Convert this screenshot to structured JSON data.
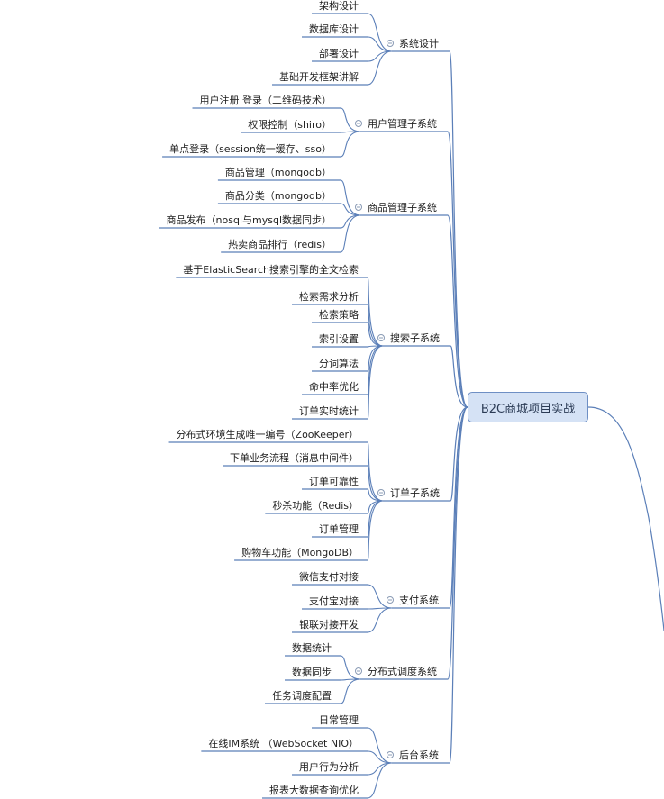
{
  "root": {
    "label": "B2C商城项目实战"
  },
  "branches": [
    {
      "label": "系统设计",
      "children": [
        "架构设计",
        "数据库设计",
        "部署设计",
        "基础开发框架讲解"
      ]
    },
    {
      "label": "用户管理子系统",
      "children": [
        "用户注册 登录（二维码技术）",
        "权限控制（shiro）",
        "单点登录（session统一缓存、sso）"
      ]
    },
    {
      "label": "商品管理子系统",
      "children": [
        "商品管理（mongodb）",
        "商品分类（mongodb）",
        "商品发布（nosql与mysql数据同步）",
        "热卖商品排行（redis）"
      ]
    },
    {
      "label": "搜索子系统",
      "children": [
        "基于ElasticSearch搜索引擎的全文检索",
        "检索需求分析",
        "检索策略",
        "索引设置",
        "分词算法",
        "命中率优化",
        "订单实时统计"
      ]
    },
    {
      "label": "订单子系统",
      "children": [
        "分布式环境生成唯一编号（ZooKeeper）",
        "下单业务流程（消息中间件）",
        "订单可靠性",
        "秒杀功能（Redis）",
        "订单管理",
        "购物车功能（MongoDB）"
      ]
    },
    {
      "label": "支付系统",
      "children": [
        "微信支付对接",
        "支付宝对接",
        "银联对接开发"
      ]
    },
    {
      "label": "分布式调度系统",
      "children": [
        "数据统计",
        "数据同步",
        "任务调度配置"
      ]
    },
    {
      "label": "后台系统",
      "children": [
        "日常管理",
        "在线IM系统 （WebSocket NIO）",
        "用户行为分析",
        "报表大数据查询优化"
      ]
    }
  ]
}
